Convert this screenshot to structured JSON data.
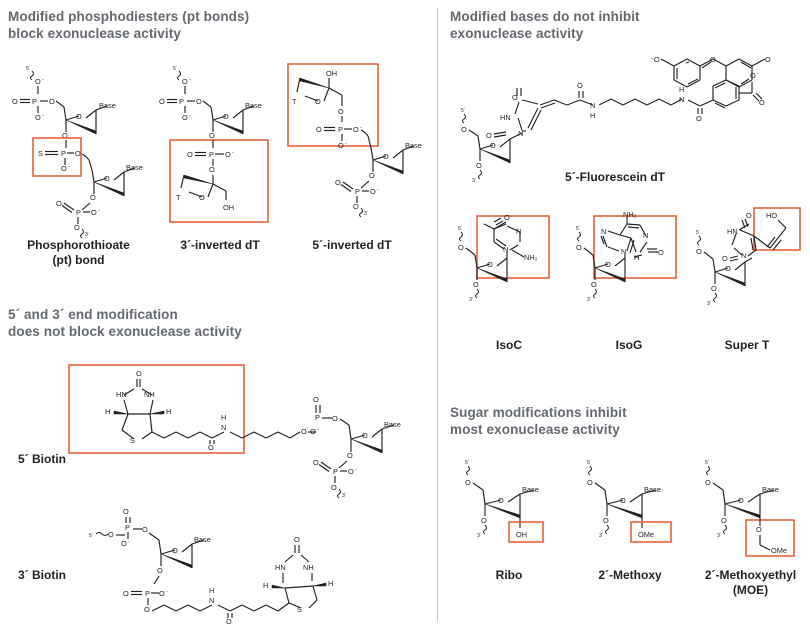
{
  "figure": {
    "title": "Oligonucleotide modifications and exonuclease activity",
    "accent_color": "#e8603c",
    "heading_color": "#62686e",
    "text_color": "#231f20",
    "divider_color": "#c9c9c9"
  },
  "left_panel": {
    "heading_1": "Modified phosphodiesters (pt bonds)\nblock exonuclease activity",
    "heading_2": "5´ and 3´ end modification\ndoes not block exonuclease activity",
    "structures": [
      {
        "id": "phosphorothioate",
        "label": "Phosphorothioate\n(pt) bond",
        "atoms": [
          "5´",
          "O⁻",
          "O",
          "P",
          "O⁻",
          "O",
          "Base",
          "S",
          "O",
          "O⁻",
          "O",
          "P",
          "O⁻",
          "O",
          "Base",
          "O",
          "P",
          "O⁻",
          "O",
          "3´"
        ],
        "highlight": "thiophosphate group"
      },
      {
        "id": "three-prime-inverted-dt",
        "label": "3´-inverted dT",
        "atoms": [
          "5´",
          "O⁻",
          "O",
          "P",
          "O⁻",
          "O",
          "Base",
          "O",
          "P",
          "O⁻",
          "O",
          "T",
          "O",
          "OH"
        ],
        "highlight": "inverted dT residue"
      },
      {
        "id": "five-prime-inverted-dt",
        "label": "5´-inverted dT",
        "atoms": [
          "OH",
          "T",
          "O",
          "O",
          "P",
          "O⁻",
          "O",
          "Base",
          "O",
          "P",
          "O⁻",
          "O",
          "3´"
        ],
        "highlight": "inverted dT residue"
      },
      {
        "id": "five-prime-biotin",
        "label": "5´ Biotin",
        "atoms": [
          "O",
          "HN",
          "NH",
          "H",
          "H",
          "S",
          "O",
          "N",
          "H",
          "O",
          "P",
          "O⁻",
          "O",
          "O",
          "Base",
          "O",
          "P",
          "O⁻",
          "O",
          "3´"
        ],
        "highlight": "biotin moiety"
      },
      {
        "id": "three-prime-biotin",
        "label": "3´ Biotin",
        "atoms": [
          "5´",
          "O",
          "P",
          "O⁻",
          "O",
          "O",
          "Base",
          "O",
          "P",
          "O⁻",
          "O",
          "N",
          "H",
          "O",
          "S",
          "HN",
          "NH",
          "O",
          "H",
          "H"
        ],
        "highlight": "none"
      }
    ]
  },
  "right_panel": {
    "heading_1": "Modified bases do not inhibit\nexonuclease activity",
    "heading_2": "Sugar modifications inhibit\nmost exonuclease activity",
    "structures": [
      {
        "id": "fluorescein-dt",
        "label": "5´-Fluorescein dT",
        "atoms": [
          "5´",
          "O",
          "HN",
          "O",
          "N",
          "O",
          "O",
          "N",
          "H",
          "N",
          "H",
          "O",
          "⁻O",
          "O",
          "O",
          "O⁻",
          "O",
          "3´"
        ],
        "highlight": "none"
      },
      {
        "id": "isoc",
        "label": "IsoC",
        "atoms": [
          "5´",
          "O",
          "O",
          "N",
          "N",
          "NH₂",
          "O",
          "O",
          "3´"
        ],
        "highlight": "isocytosine base"
      },
      {
        "id": "isog",
        "label": "IsoG",
        "atoms": [
          "5´",
          "O",
          "NH₂",
          "N",
          "N",
          "N",
          "N",
          "H",
          "O",
          "O",
          "O",
          "3´"
        ],
        "highlight": "isoguanine base"
      },
      {
        "id": "super-t",
        "label": "Super T",
        "atoms": [
          "HO",
          "O",
          "HN",
          "O",
          "N",
          "5´",
          "O",
          "O",
          "O",
          "3´"
        ],
        "highlight": "propynyl-hydroxy arm"
      },
      {
        "id": "ribo",
        "label": "Ribo",
        "atoms": [
          "5´",
          "O",
          "O",
          "Base",
          "O",
          "3´",
          "OH"
        ],
        "highlight": "2´-OH"
      },
      {
        "id": "two-prime-methoxy",
        "label": "2´-Methoxy",
        "atoms": [
          "5´",
          "O",
          "O",
          "Base",
          "O",
          "3´",
          "OMe"
        ],
        "highlight": "2´-OMe"
      },
      {
        "id": "two-prime-methoxyethyl",
        "label": "2´-Methoxyethyl\n(MOE)",
        "atoms": [
          "5´",
          "O",
          "O",
          "Base",
          "O",
          "3´",
          "O",
          "OMe"
        ],
        "highlight": "2´-O-methoxyethyl"
      }
    ]
  }
}
